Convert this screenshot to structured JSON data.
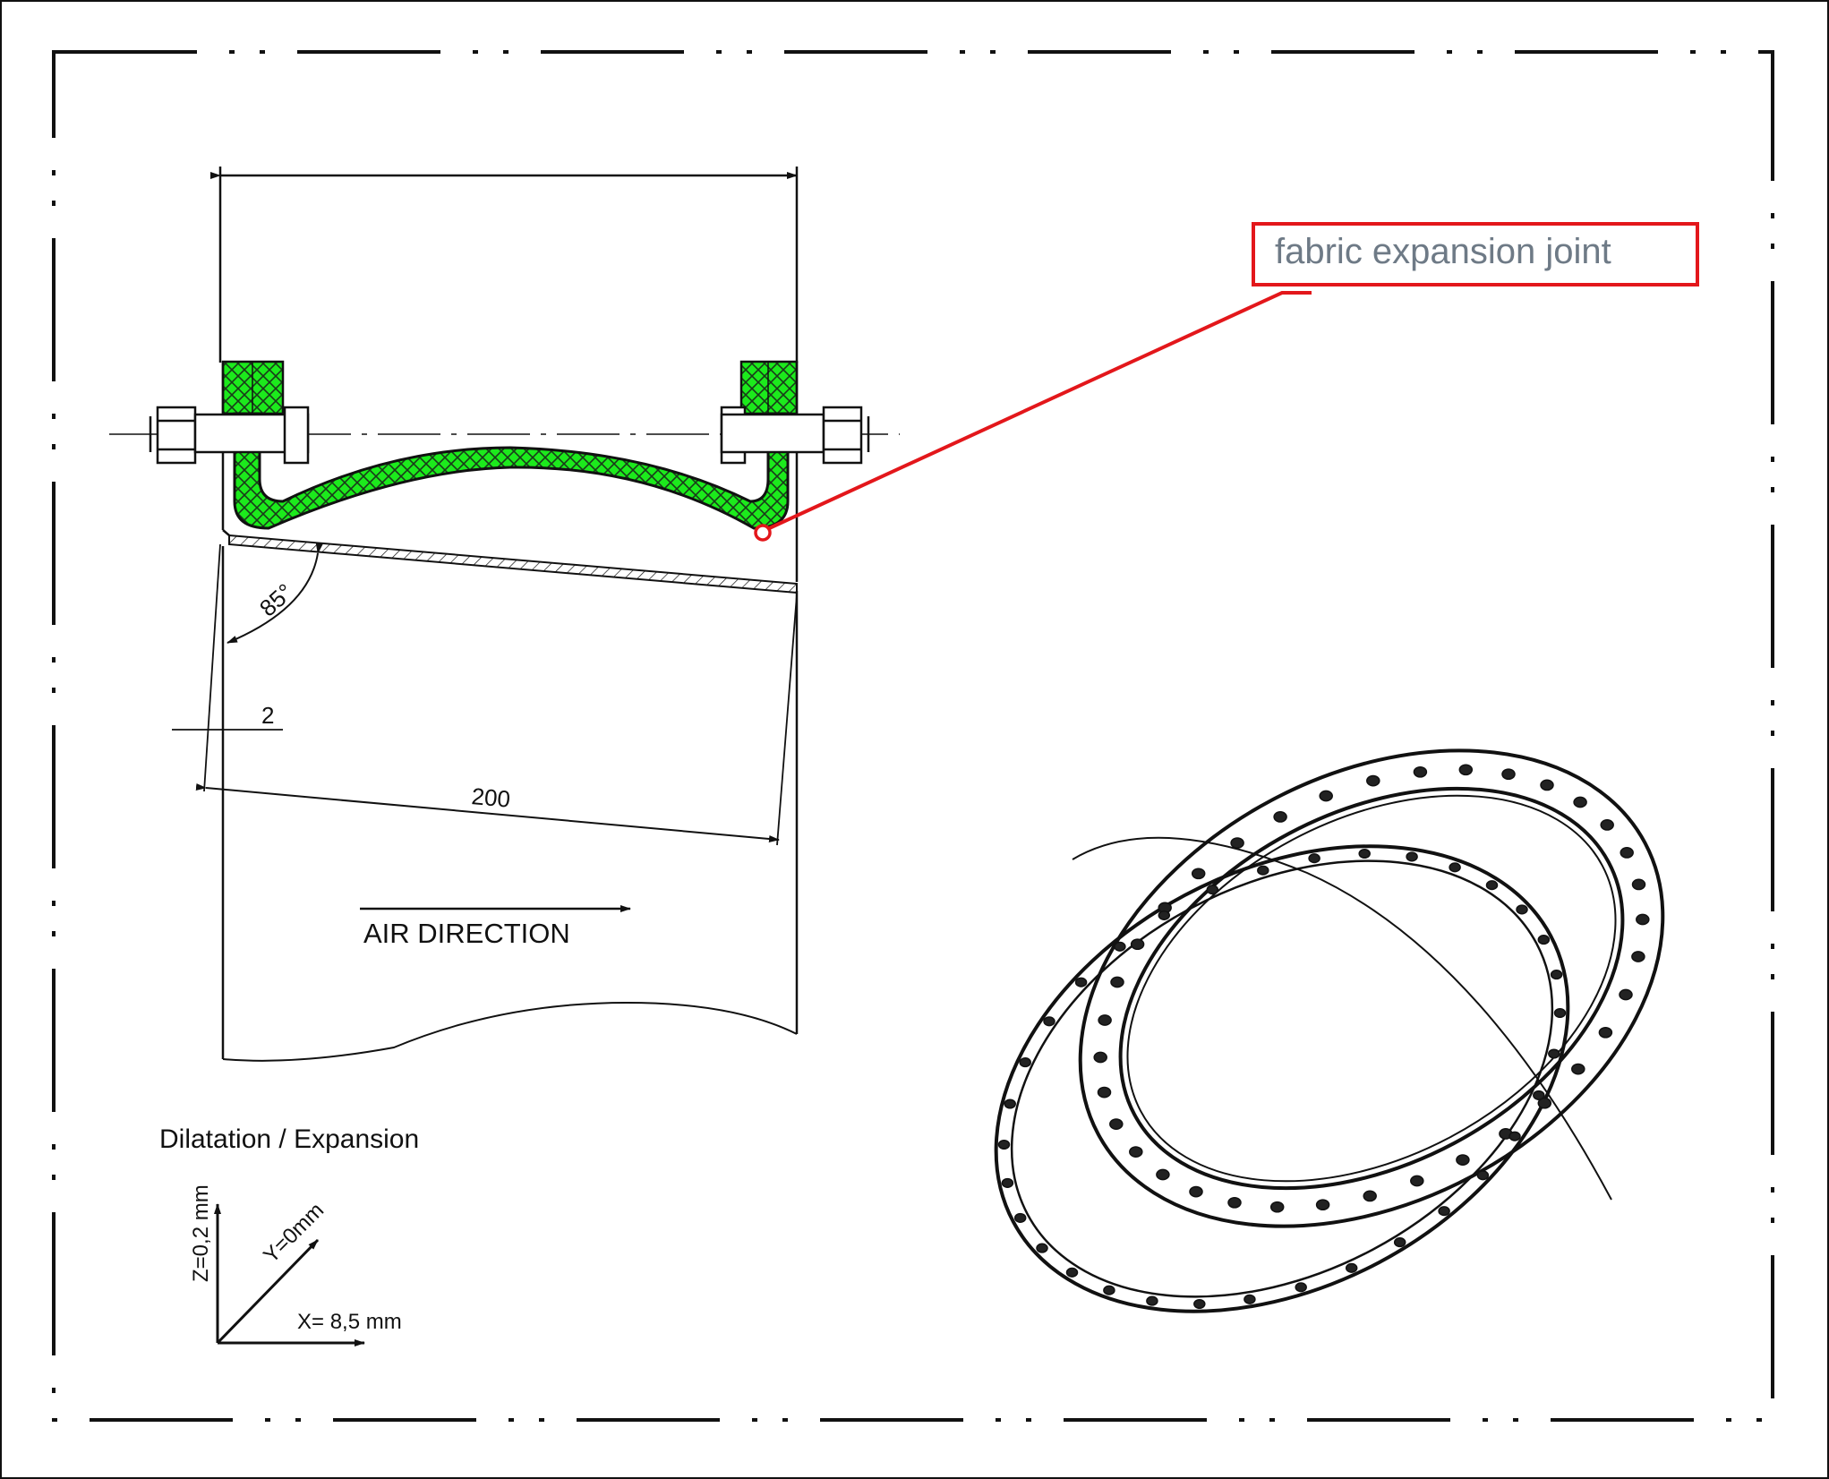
{
  "callout": {
    "label": "fabric expansion joint",
    "color": "#e3171b",
    "text_color": "#6e7a86"
  },
  "dimensions": {
    "angle": "85°",
    "thickness": "2",
    "length": "200"
  },
  "air_direction": "AIR DIRECTION",
  "expansion": {
    "title": "Dilatation / Expansion",
    "z": "Z=0,2 mm",
    "y": "Y=0mm",
    "x": "X= 8,5 mm"
  },
  "colors": {
    "fabric": "#1cea1c",
    "line": "#111111",
    "frame": "#111111"
  },
  "icons": {
    "bolt": "hex-bolt-icon",
    "flange_ring": "flanged-ring-isometric"
  }
}
